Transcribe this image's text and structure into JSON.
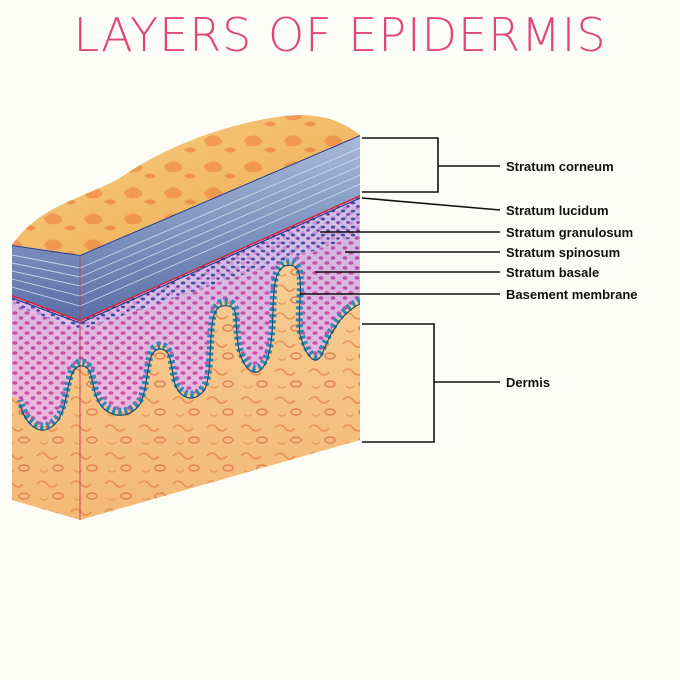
{
  "title": "LAYERS OF EPIDERMIS",
  "labels": {
    "corneum": "Stratum corneum",
    "lucidum": "Stratum lucidum",
    "granulosum": "Stratum granulosum",
    "spinosum": "Stratum spinosum",
    "basale": "Stratum basale",
    "basement": "Basement membrane",
    "dermis": "Dermis"
  },
  "colors": {
    "title": "#e0457b",
    "corneum_top": "#f2b862",
    "lucidum_band": "#8ea3c8",
    "membrane_red": "#d7263d",
    "epidermis_pink": "#e3a9d6",
    "basal_cells": "#2e8ab0",
    "dermis": "#f6c98e"
  }
}
